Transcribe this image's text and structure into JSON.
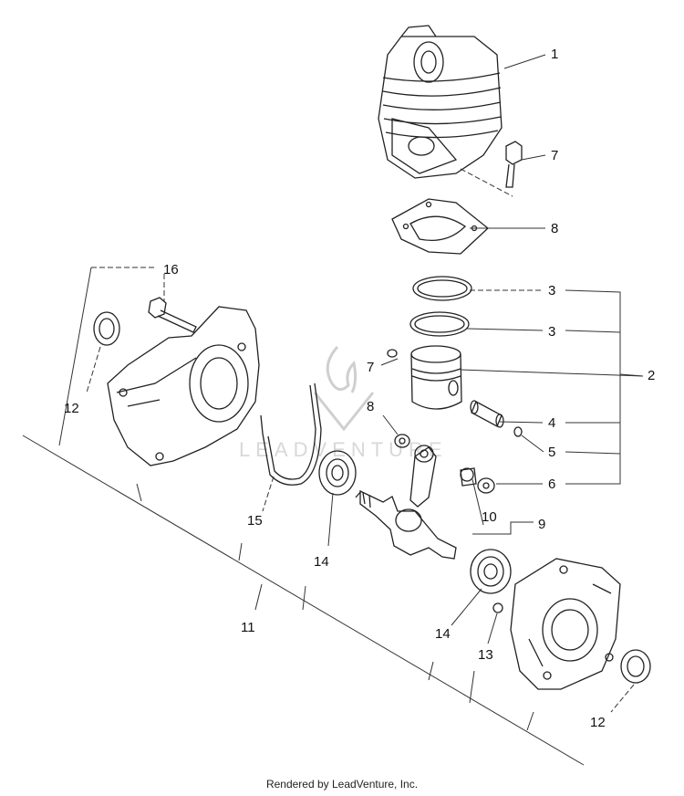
{
  "diagram": {
    "callouts": [
      {
        "id": "c1",
        "text": "1"
      },
      {
        "id": "c7a",
        "text": "7"
      },
      {
        "id": "c8a",
        "text": "8"
      },
      {
        "id": "c3a",
        "text": "3"
      },
      {
        "id": "c3b",
        "text": "3"
      },
      {
        "id": "c2",
        "text": "2"
      },
      {
        "id": "c4",
        "text": "4"
      },
      {
        "id": "c5",
        "text": "5"
      },
      {
        "id": "c6",
        "text": "6"
      },
      {
        "id": "c9",
        "text": "9"
      },
      {
        "id": "c10",
        "text": "10"
      },
      {
        "id": "c7b",
        "text": "7"
      },
      {
        "id": "c8b",
        "text": "8"
      },
      {
        "id": "c16",
        "text": "16"
      },
      {
        "id": "c12a",
        "text": "12"
      },
      {
        "id": "c15",
        "text": "15"
      },
      {
        "id": "c14a",
        "text": "14"
      },
      {
        "id": "c11",
        "text": "11"
      },
      {
        "id": "c14b",
        "text": "14"
      },
      {
        "id": "c13",
        "text": "13"
      },
      {
        "id": "c12b",
        "text": "12"
      }
    ],
    "watermark": "LEADVENTURE",
    "footer": "Rendered by LeadVenture, Inc."
  }
}
